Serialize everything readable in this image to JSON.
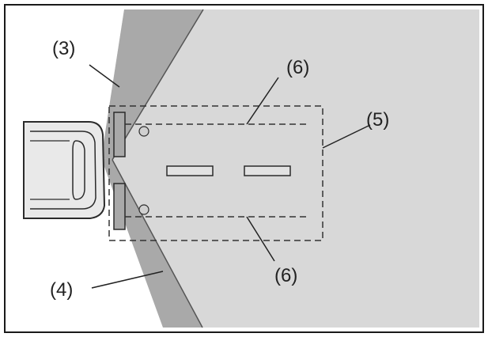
{
  "diagram": {
    "labels": {
      "l3": "(3)",
      "l4": "(4)",
      "l5": "(5)",
      "l6_top": "(6)",
      "l6_bottom": "(6)"
    },
    "colors": {
      "frame": "#1a1a1a",
      "light_zone": "#d8d8d8",
      "dark_zone": "#a9a9a9",
      "outline": "#2b2b2b",
      "dashed": "#333333",
      "marker_fill": "#d0d0d0",
      "vehicle_fill": "#e9e9e9"
    }
  }
}
